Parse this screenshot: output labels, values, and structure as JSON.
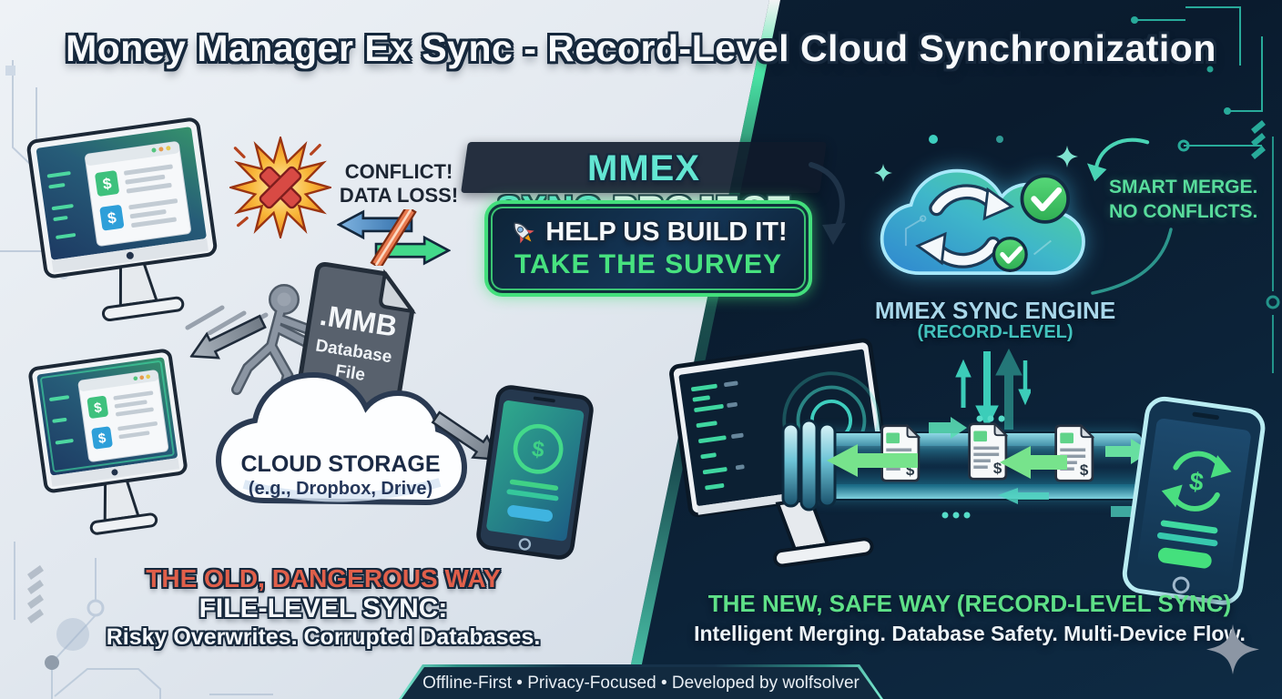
{
  "header": {
    "title": "Money Manager Ex Sync - Record-Level Cloud Synchronization"
  },
  "center": {
    "project_title_accent": "MMEX SYNC",
    "project_title_rest": "PROJECT",
    "cta_line1": "HELP US BUILD IT!",
    "cta_line2": "TAKE THE SURVEY"
  },
  "left_panel": {
    "conflict": {
      "line1": "CONFLICT!",
      "line2": "DATA LOSS!"
    },
    "file": {
      "ext": ".MMB",
      "label1": "Database",
      "label2": "File"
    },
    "cloud": {
      "title": "CLOUD STORAGE",
      "subtitle": "(e.g., Dropbox, Drive)"
    },
    "footer": {
      "heading": "THE OLD, DANGEROUS WAY",
      "subheading": "FILE-LEVEL SYNC:",
      "detail": "Risky Overwrites. Corrupted Databases."
    }
  },
  "right_panel": {
    "merge": {
      "line1": "SMART MERGE.",
      "line2": "NO CONFLICTS."
    },
    "engine": {
      "title": "MMEX SYNC ENGINE",
      "subtitle": "(RECORD-LEVEL)"
    },
    "footer": {
      "heading": "THE NEW, SAFE WAY (RECORD-LEVEL SYNC)",
      "detail": "Intelligent Merging. Database Safety. Multi-Device Flow."
    }
  },
  "bottom_bar": {
    "text": "Offline-First • Privacy-Focused • Developed by wolfsolver"
  },
  "icons": {
    "dollar": "$"
  },
  "colors": {
    "accent_teal": "#63e6d2",
    "accent_green": "#47e27f",
    "danger_orange": "#e05f4a",
    "navy_dark": "#0c2034",
    "panel_light": "#e6ebf1"
  }
}
